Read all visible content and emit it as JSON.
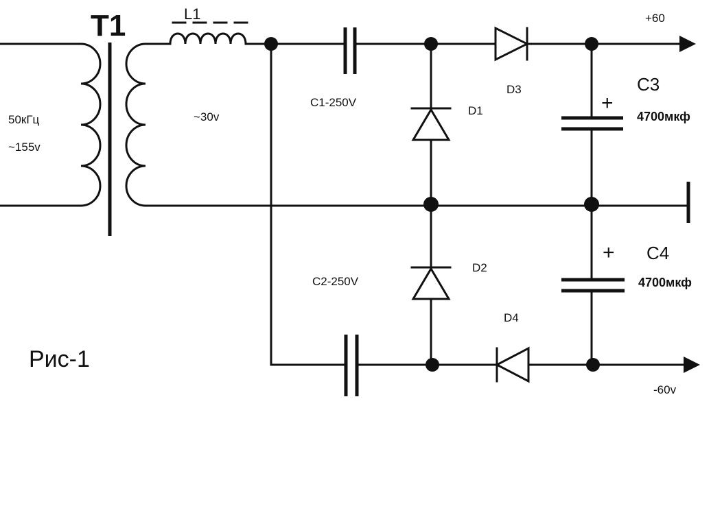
{
  "transformer": {
    "name": "T1",
    "primary_freq": "50кГц",
    "primary_volt": "~155v",
    "secondary_volt": "~30v"
  },
  "inductor": {
    "name": "L1"
  },
  "capacitors": {
    "c1": "C1-250V",
    "c2": "C2-250V",
    "c3": {
      "name": "C3",
      "value": "4700мкф",
      "plus": "+"
    },
    "c4": {
      "name": "C4",
      "value": "4700мкф",
      "plus": "+"
    }
  },
  "diodes": {
    "d1": "D1",
    "d2": "D2",
    "d3": "D3",
    "d4": "D4"
  },
  "outputs": {
    "pos": "+60",
    "neg": "-60v"
  },
  "figure_label": "Рис-1"
}
